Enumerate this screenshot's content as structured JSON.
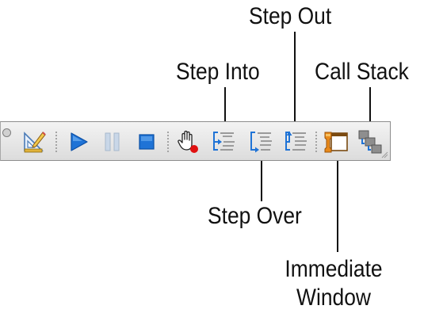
{
  "callouts": {
    "step_out": "Step Out",
    "step_into": "Step Into",
    "call_stack": "Call Stack",
    "step_over": "Step Over",
    "immediate_window": [
      "Immediate",
      "Window"
    ]
  },
  "toolbar": {
    "buttons": [
      {
        "icon": "design-mode-icon"
      },
      {
        "icon": "run-icon"
      },
      {
        "icon": "pause-icon",
        "disabled": true
      },
      {
        "icon": "stop-icon"
      },
      {
        "icon": "toggle-breakpoint-icon"
      },
      {
        "icon": "step-into-icon"
      },
      {
        "icon": "step-over-icon"
      },
      {
        "icon": "step-out-icon"
      },
      {
        "icon": "immediate-window-icon"
      },
      {
        "icon": "call-stack-icon"
      }
    ]
  },
  "colors": {
    "accent_blue": "#1f73d6",
    "breakpoint_red": "#e01010",
    "immediate_orange": "#d07010"
  }
}
